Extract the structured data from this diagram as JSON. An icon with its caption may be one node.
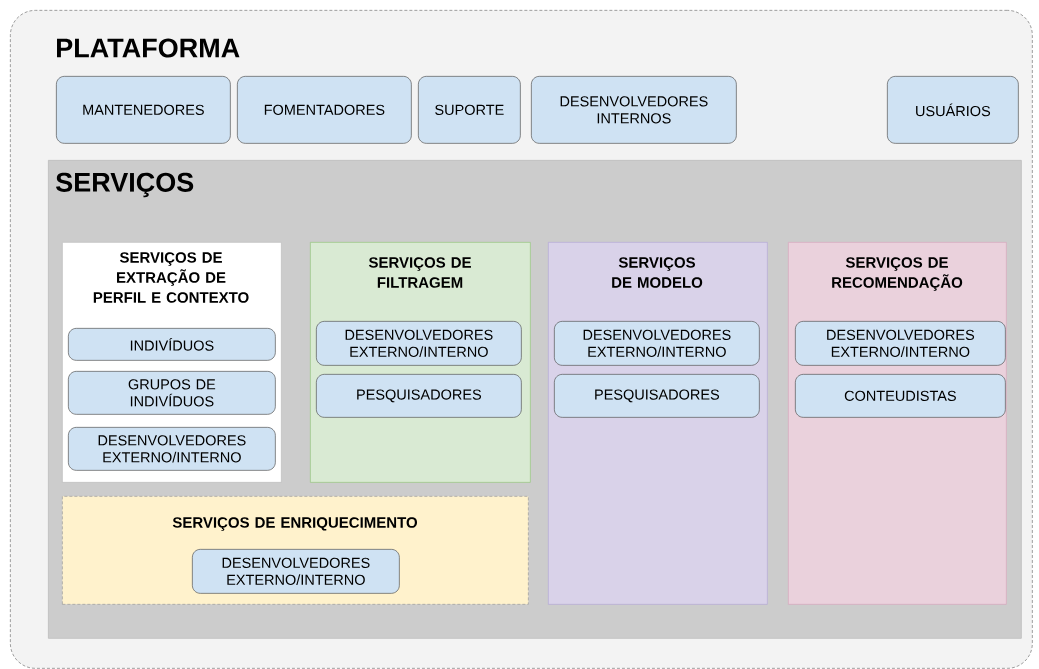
{
  "diagram": {
    "nodes": [
      {
        "text": [
          "PLATAFORMA"
        ]
      },
      {
        "text": [
          "MANTENEDORES"
        ],
        "in": 0
      },
      {
        "text": [
          "FOMENTADORES"
        ],
        "in": 0
      },
      {
        "text": [
          "SUPORTE"
        ],
        "in": 0
      },
      {
        "text": [
          "DESENVOLVEDORES INTERNOS"
        ],
        "in": 0
      },
      {
        "text": [
          "USUÁRIOS"
        ],
        "in": 0
      },
      {
        "text": [
          "SERVIÇOS"
        ],
        "in": 0
      },
      {
        "text": [
          "SERVIÇOS DE EXTRAÇÃO DE PERFIL E CONTEXTO"
        ],
        "in": 6
      },
      {
        "text": [
          "INDIVÍDUOS"
        ],
        "in": 7
      },
      {
        "text": [
          "GRUPOS DE INDIVÍDUOS"
        ],
        "in": 7
      },
      {
        "text": [
          "DESENVOLVEDORES EXTERNO/INTERNO"
        ],
        "in": 7
      },
      {
        "text": [
          "SERVIÇOS DE FILTRAGEM"
        ],
        "in": 6
      },
      {
        "text": [
          "DESENVOLVEDORES EXTERNO/INTERNO"
        ],
        "in": 11
      },
      {
        "text": [
          "PESQUISADORES"
        ],
        "in": 11
      },
      {
        "text": [
          "SERVIÇOS DE MODELO"
        ],
        "in": 6
      },
      {
        "text": [
          "DESENVOLVEDORES EXTERNO/INTERNO"
        ],
        "in": 14
      },
      {
        "text": [
          "PESQUISADORES"
        ],
        "in": 14
      },
      {
        "text": [
          "SERVIÇOS DE RECOMENDAÇÃO"
        ],
        "in": 6
      },
      {
        "text": [
          "DESENVOLVEDORES EXTERNO/INTERNO"
        ],
        "in": 17
      },
      {
        "text": [
          "CONTEUDISTAS"
        ],
        "in": 17
      },
      {
        "text": [
          "SERVIÇOS DE ENRIQUECIMENTO"
        ],
        "in": 6
      },
      {
        "text": [
          "DESENVOLVEDORES EXTERNO/INTERNO"
        ],
        "in": 20
      }
    ]
  }
}
